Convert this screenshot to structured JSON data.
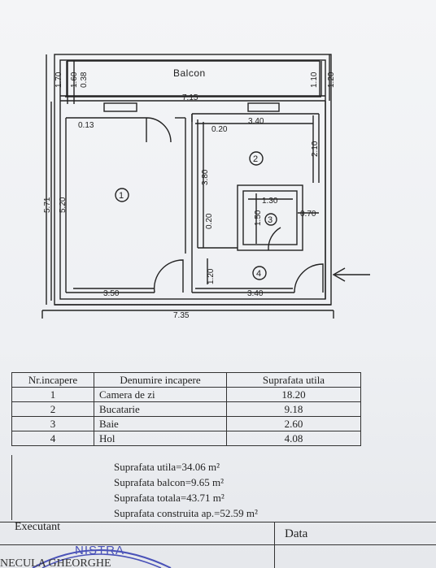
{
  "plan": {
    "balcony_label": "Balcon",
    "room_numbers": [
      "1",
      "2",
      "3",
      "4"
    ],
    "dims": {
      "d170": "1.70",
      "d160": "1.60",
      "d038": "0.38",
      "d110": "1.10",
      "d120_right": "1.20",
      "d715": "7.15",
      "d013": "0.13",
      "d020_top": "0.20",
      "d340_top": "3.40",
      "d210": "2.10",
      "d380": "3.80",
      "d571": "5.71",
      "d520": "5.20",
      "d130": "1.30",
      "d150": "1.50",
      "d070": "0.70",
      "d020_mid": "0.20",
      "d120_mid": "1.20",
      "d350": "3.50",
      "d340_bottom": "3.40",
      "d735": "7.35"
    }
  },
  "table": {
    "headers": [
      "Nr.incapere",
      "Denumire incapere",
      "Suprafata utila"
    ],
    "rows": [
      [
        "1",
        "Camera de zi",
        "18.20"
      ],
      [
        "2",
        "Bucatarie",
        "9.18"
      ],
      [
        "3",
        "Baie",
        "2.60"
      ],
      [
        "4",
        "Hol",
        "4.08"
      ]
    ]
  },
  "totals": {
    "utila": "Suprafata  utila=34.06 m²",
    "balcon": "Suprafata balcon=9.65 m²",
    "totala": "Suprafata totala=43.71 m²",
    "construita": "Suprafata  construita  ap.=52.59 m²"
  },
  "footer": {
    "executant_label": "Executant",
    "data_label": "Data",
    "stamp_text_1": "NISTRA",
    "stamp_text_2": "NECULA GHEORGHE"
  }
}
